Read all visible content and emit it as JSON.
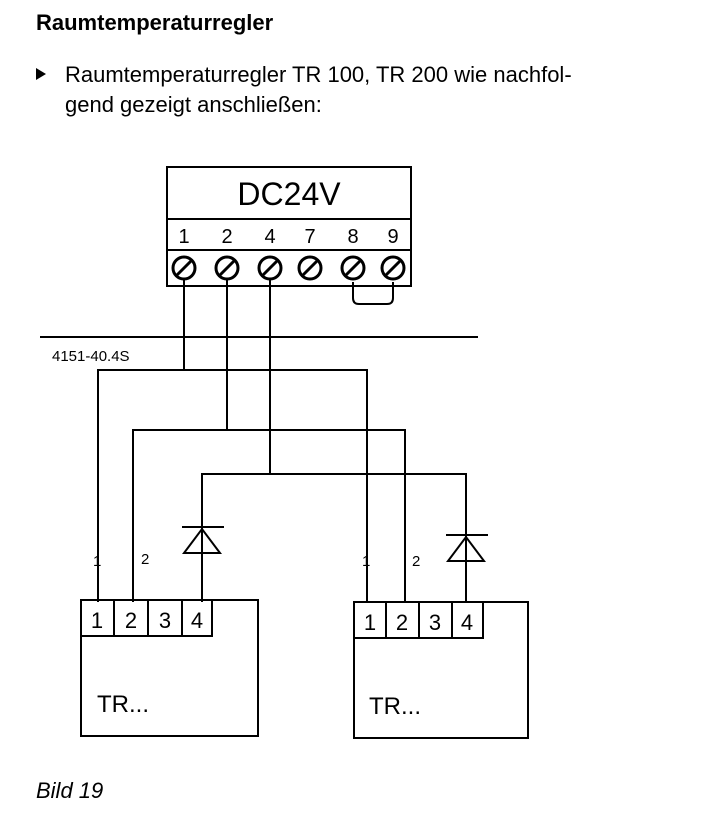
{
  "heading": "Raumtemperaturregler",
  "bullet": {
    "line1": "Raumtemperaturregler TR 100, TR 200 wie nachfol-",
    "line2": "gend gezeigt anschließen:"
  },
  "diagram": {
    "supply_label": "DC24V",
    "terminals": [
      "1",
      "2",
      "4",
      "7",
      "8",
      "9"
    ],
    "cable_label": "4151-40.4S",
    "wire_number_1": "1",
    "wire_number_2": "2",
    "thermostats": [
      {
        "label": "TR...",
        "terminals": [
          "1",
          "2",
          "3",
          "4"
        ]
      },
      {
        "label": "TR...",
        "terminals": [
          "1",
          "2",
          "3",
          "4"
        ]
      }
    ]
  },
  "caption": "Bild 19"
}
